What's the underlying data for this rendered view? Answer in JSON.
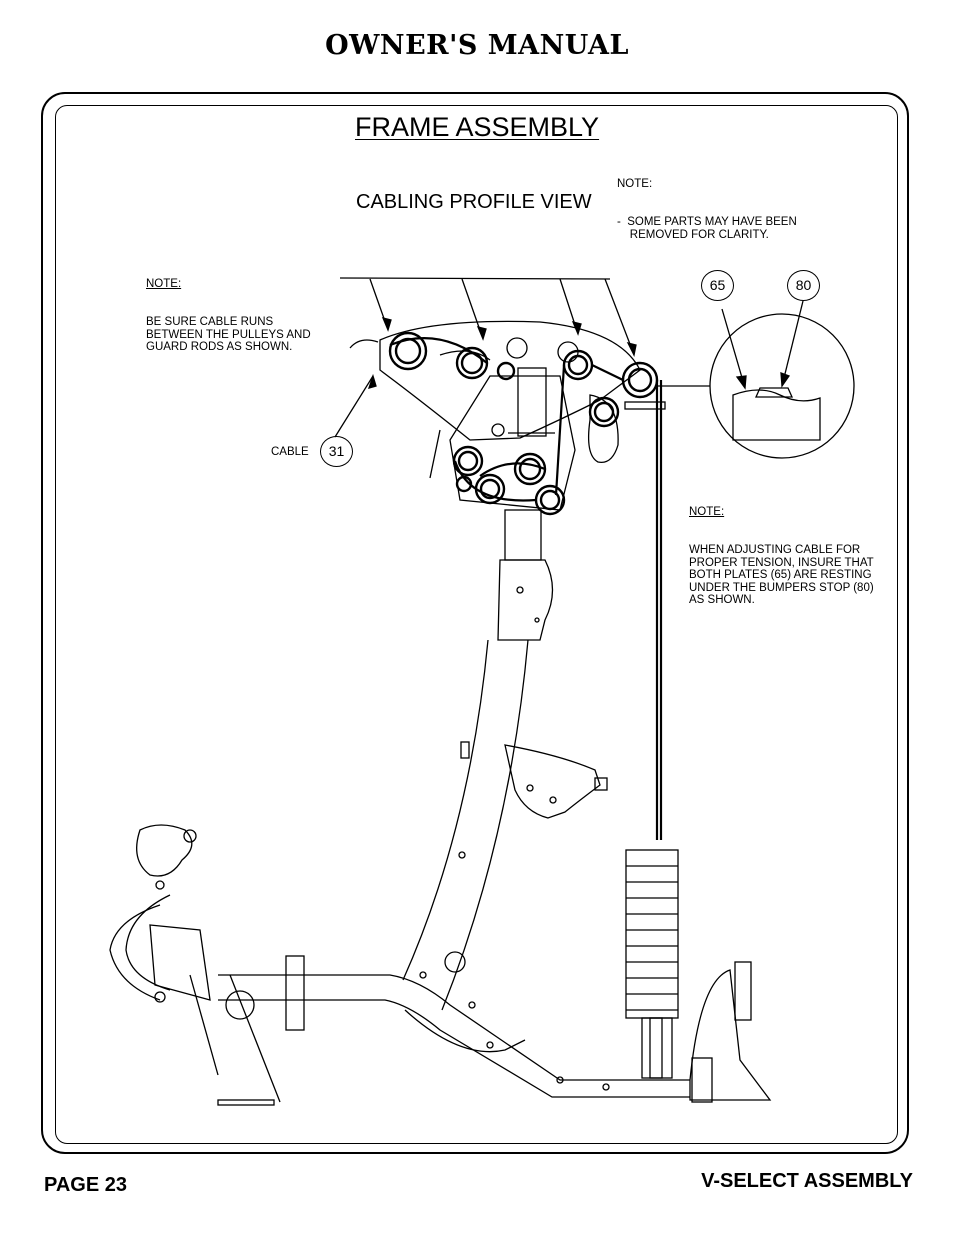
{
  "header": {
    "title": "OWNER'S MANUAL"
  },
  "section": {
    "title": "FRAME ASSEMBLY",
    "view_title": "CABLING PROFILE VIEW"
  },
  "notes": {
    "clarity": {
      "head": "NOTE:",
      "body": "-  SOME PARTS MAY HAVE BEEN\n    REMOVED FOR CLARITY."
    },
    "cable_runs": {
      "head": "NOTE:",
      "body": "BE SURE CABLE RUNS\nBETWEEN THE PULLEYS AND\nGUARD RODS AS SHOWN."
    },
    "tension": {
      "head": "NOTE:",
      "body": "WHEN ADJUSTING CABLE FOR\nPROPER TENSION, INSURE THAT\nBOTH PLATES (65) ARE RESTING\nUNDER THE BUMPERS STOP (80)\nAS SHOWN."
    }
  },
  "callouts": {
    "cable_label": "CABLE",
    "cable_part": "31",
    "plates_part": "65",
    "bumper_part": "80"
  },
  "footer": {
    "page": "PAGE 23",
    "doc": "V-SELECT ASSEMBLY"
  }
}
